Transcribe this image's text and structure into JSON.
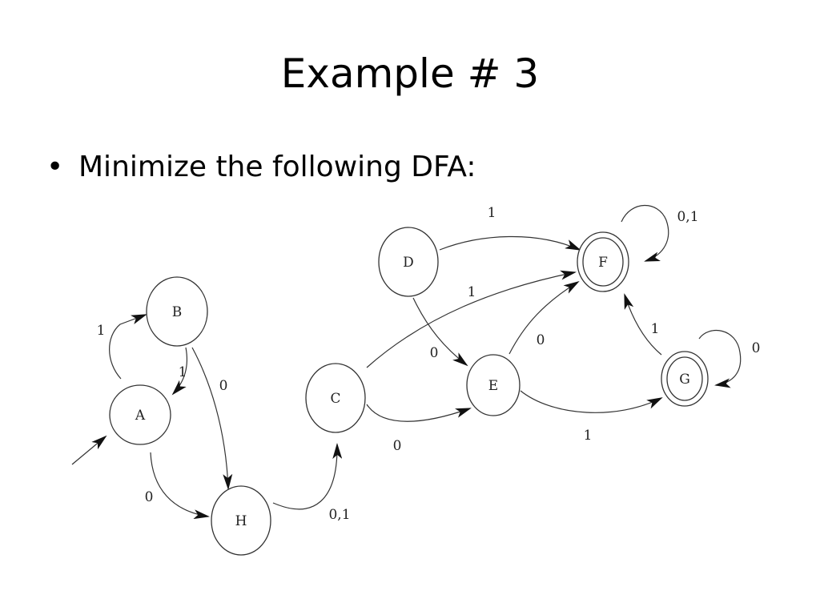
{
  "slide": {
    "title": "Example # 3",
    "bullet_symbol": "•",
    "bullet_text": "Minimize the following DFA:"
  },
  "dfa": {
    "states": [
      {
        "id": "A",
        "label": "A",
        "accepting": false,
        "initial": true
      },
      {
        "id": "B",
        "label": "B",
        "accepting": false,
        "initial": false
      },
      {
        "id": "C",
        "label": "C",
        "accepting": false,
        "initial": false
      },
      {
        "id": "D",
        "label": "D",
        "accepting": false,
        "initial": false
      },
      {
        "id": "E",
        "label": "E",
        "accepting": false,
        "initial": false
      },
      {
        "id": "F",
        "label": "F",
        "accepting": true,
        "initial": false
      },
      {
        "id": "G",
        "label": "G",
        "accepting": true,
        "initial": false
      },
      {
        "id": "H",
        "label": "H",
        "accepting": false,
        "initial": false
      }
    ],
    "transitions": [
      {
        "from": "A",
        "to": "B",
        "label": "1"
      },
      {
        "from": "A",
        "to": "H",
        "label": "0"
      },
      {
        "from": "B",
        "to": "A",
        "label": "1"
      },
      {
        "from": "B",
        "to": "H",
        "label": "0"
      },
      {
        "from": "H",
        "to": "C",
        "label": "0,1"
      },
      {
        "from": "C",
        "to": "E",
        "label": "0"
      },
      {
        "from": "C",
        "to": "F",
        "label": "1"
      },
      {
        "from": "D",
        "to": "F",
        "label": "1"
      },
      {
        "from": "D",
        "to": "E",
        "label": "0"
      },
      {
        "from": "E",
        "to": "F",
        "label": "0"
      },
      {
        "from": "E",
        "to": "G",
        "label": "1"
      },
      {
        "from": "G",
        "to": "F",
        "label": "1"
      },
      {
        "from": "F",
        "to": "F",
        "label": "0,1"
      },
      {
        "from": "G",
        "to": "G",
        "label": "0"
      }
    ]
  }
}
